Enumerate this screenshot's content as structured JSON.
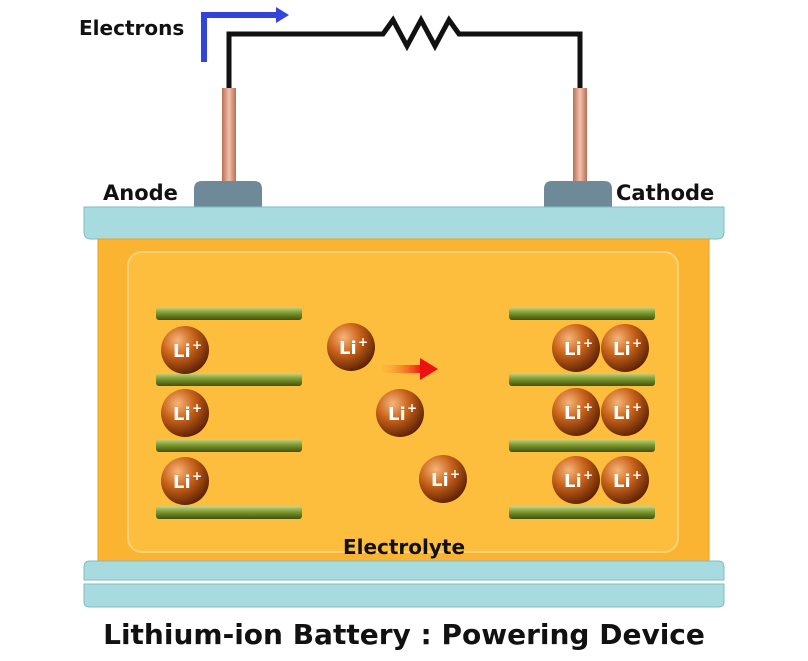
{
  "labels": {
    "electrons": "Electrons",
    "anode": "Anode",
    "cathode": "Cathode",
    "electrolyte": "Electrolyte",
    "title": "Lithium-ion Battery : Powering Device"
  },
  "ion": {
    "symbol": "Li",
    "charge": "+"
  },
  "colors": {
    "wire": "#111111",
    "electron_arrow": "#3344dd",
    "ion_arrow": "#ee1111",
    "rod": "#d9a089",
    "terminal": "#6e8a99",
    "casing": "#a8dbe0",
    "body": "#fbb431",
    "electrode": "#7f9a2e",
    "ion": "#b9520e"
  },
  "counts": {
    "anode_ions": 3,
    "electrolyte_ions": 3,
    "cathode_ions": 6
  }
}
